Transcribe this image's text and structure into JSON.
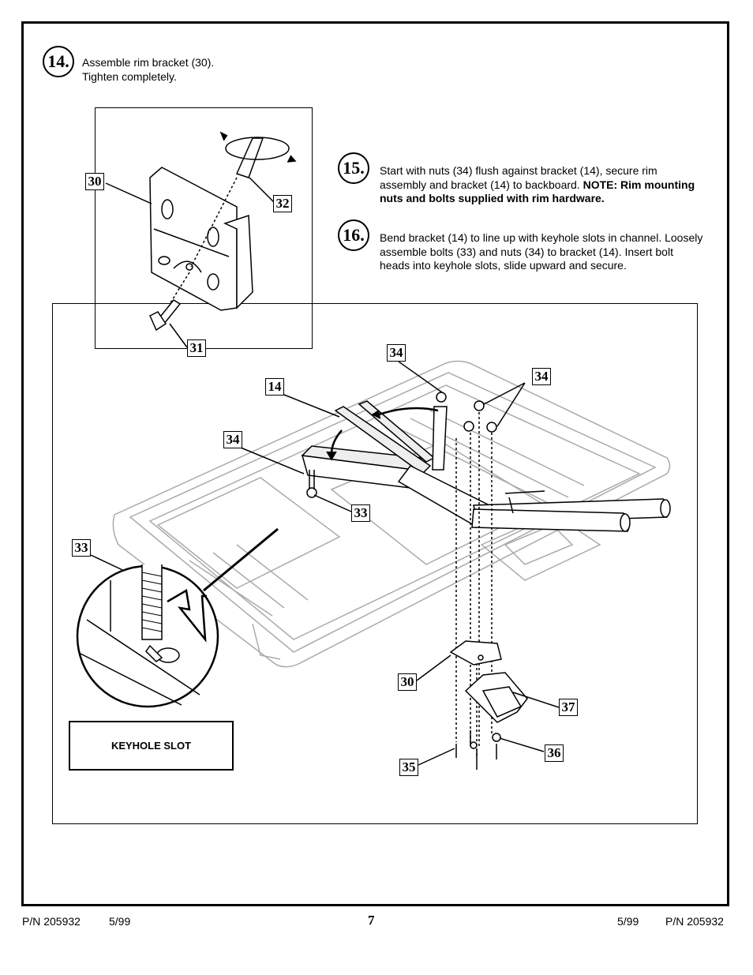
{
  "step14": {
    "number": "14.",
    "line1": "Assemble rim bracket (30).",
    "line2": "Tighten completely."
  },
  "step15": {
    "number": "15.",
    "text": "Start with nuts (34) flush against bracket (14), secure rim assembly and bracket (14) to backboard.",
    "note": "NOTE: Rim mounting nuts and bolts supplied with rim hardware."
  },
  "step16": {
    "number": "16.",
    "text": "Bend bracket (14) to line up with keyhole slots in channel. Loosely assemble bolts (33) and nuts (34) to bracket (14). Insert bolt heads into keyhole slots, slide upward and secure."
  },
  "callouts": {
    "c30_detail": "30",
    "c32": "32",
    "c31": "31",
    "c34_top": "34",
    "c34_right": "34",
    "c14": "14",
    "c34_left": "34",
    "c33_mid": "33",
    "c33_left": "33",
    "c30_lower": "30",
    "c37": "37",
    "c36": "36",
    "c35": "35"
  },
  "keyhole_label": "KEYHOLE SLOT",
  "footer": {
    "left_pn": "P/N 205932",
    "left_date": "5/99",
    "page": "7",
    "right_date": "5/99",
    "right_pn": "P/N 205932"
  }
}
